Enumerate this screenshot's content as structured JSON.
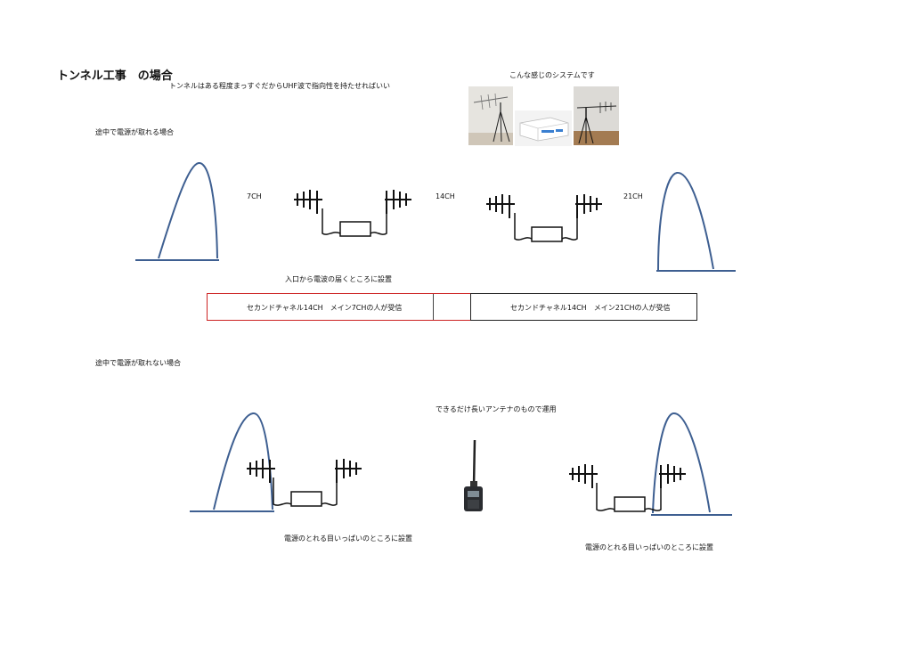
{
  "page": {
    "title": "トンネル工事　の場合",
    "subtitle": "トンネルはある程度まっすぐだからUHF波で指向性を持たせればいい",
    "system_caption": "こんな感じのシステムです"
  },
  "section_powered": {
    "heading": "途中で電源が取れる場合",
    "channel_left": "7CH",
    "channel_mid": "14CH",
    "channel_right": "21CH",
    "placement_note": "入口から電波の届くところに設置",
    "box_left": "セカンドチャネル14CH　メイン7CHの人が受信",
    "box_right": "セカンドチャネル14CH　メイン21CHの人が受信"
  },
  "section_unpowered": {
    "heading": "途中で電源が取れない場合",
    "handheld_note": "できるだけ長いアンテナのもので運用",
    "placement_left": "電源のとれる目いっぱいのところに設置",
    "placement_right": "電源のとれる目いっぱいのところに設置"
  },
  "colors": {
    "mountain": "#3e5f91",
    "box_left_border": "#cc2222",
    "box_right_border": "#222222"
  }
}
